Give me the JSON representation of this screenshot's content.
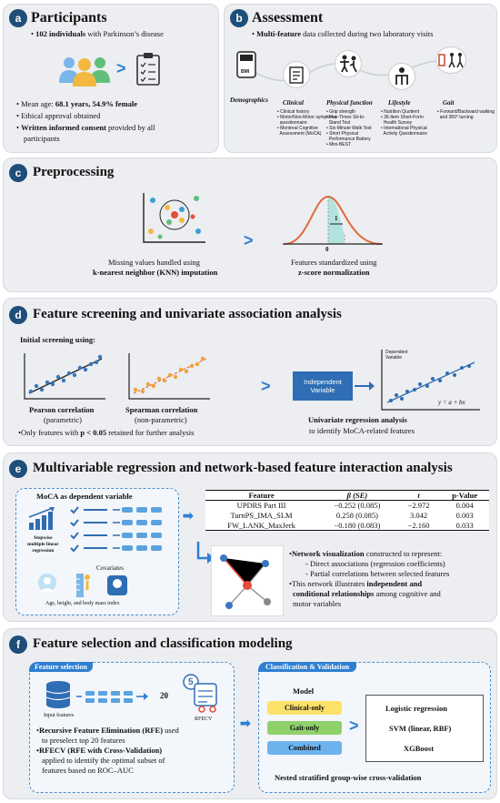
{
  "panels": {
    "a": {
      "label": "a",
      "title": "Participants",
      "head": "102 individuals",
      "head_rest": " with Parkinson’s disease",
      "b1_pre": "Mean age: ",
      "b1_bold": "68.1 years, 54.9% female",
      "b2": "Ethical approval obtained",
      "b3_bold": "Written informed consent",
      "b3_rest": " provided by all",
      "b3_rest2": "participants"
    },
    "b": {
      "label": "b",
      "title": "Assessment",
      "head_bold": "Multi-feature",
      "head_rest": " data collected during  two laboratory visits",
      "cats": [
        {
          "name": "Demographics",
          "items": []
        },
        {
          "name": "Clinical",
          "items": [
            "Clinical history",
            "Motor/Non-Motor symptoms",
            "questionnaire",
            "Montreal Cognitive",
            "Assessment (MoCA)"
          ]
        },
        {
          "name": "Physical function",
          "items": [
            "Grip strength",
            "Five-Times Sit-to-",
            "Stand Test",
            "Six-Minute Walk Test",
            "Short Physical",
            "Performance Battery",
            "Mini-BEST"
          ]
        },
        {
          "name": "Lifestyle",
          "items": [
            "Nutrition Quotient",
            "36-Item Short-Form",
            "Health Survey",
            "International Physical",
            "Activity Questionnaire"
          ]
        },
        {
          "name": "Gait",
          "items": [
            "Forward/Backward walking",
            "and 360° turning"
          ]
        }
      ],
      "bmi": "BMI"
    },
    "c": {
      "label": "c",
      "title": "Preprocessing",
      "l1": "Missing values handled using",
      "l2": "k-nearest neighbor (KNN) imputation",
      "r1": "Features standardized using",
      "r2": "z-score normalization",
      "one": "1",
      "zero": "0"
    },
    "d": {
      "label": "d",
      "title": "Feature screening and univariate association analysis",
      "init": "Initial screening using:",
      "p1": "Pearson correlation",
      "p2": "(parametric)",
      "s1": "Spearman correlation",
      "s2": "(non-parametric)",
      "note": "•Only features with ",
      "note_b": "p < 0.05",
      "note_r": " retained for further analysis",
      "iv1": "Independent",
      "iv2": "Variable",
      "dv1": "Dependent",
      "dv2": "Variable",
      "eq": "y = a + bx",
      "u1": "Univariate regression analysis",
      "u2": "to identify  MoCA-related features"
    },
    "e": {
      "label": "e",
      "title": "Multivariable regression and network-based feature interaction analysis",
      "box_title": "MoCA as dependent variable",
      "sw1": "Stepwise",
      "sw2": "multiple linear",
      "sw3": "regression",
      "cov": "Covariates",
      "cov_note": "Age, height, and body mass index",
      "table": {
        "headers": [
          "Feature",
          "β (SE)",
          "t",
          "p-Value"
        ],
        "rows": [
          [
            "UPDRS Part III",
            "−0.252 (0.085)",
            "−2.972",
            "0.004"
          ],
          [
            "TurnPS_IMA_SLM",
            "0.258 (0.085)",
            "3.042",
            "0.003"
          ],
          [
            "FW_LANK_MaxJerk",
            "−0.180 (0.083)",
            "−2.160",
            "0.033"
          ]
        ]
      },
      "n1_b": "Network visualization",
      "n1_r": " constructed to represent:",
      "n2": "- Direct associations (regression coefficients)",
      "n3": "- Partial correlations between selected features",
      "n4_pre": "This network illustrates  ",
      "n4_b": "independent and",
      "n5_b": "conditional relationships",
      "n5_r": " among cognitive  and",
      "n6": "motor variables"
    },
    "f": {
      "label": "f",
      "title": "Feature selection and classification modeling",
      "fs": "Feature selection",
      "inp": "Input features",
      "twenty": "20",
      "five": "5",
      "rfecv": "RFECV",
      "r1_b": "Recursive Feature Elimination (RFE)",
      "r1_r": " used",
      "r2": "to preselect top 20 features",
      "r3_b": "RFECV (RFE with Cross-Validation)",
      "r4": "applied to identify the optimal  subset of",
      "r5": "features based on ROC–AUC",
      "cv": "Classification & Validation",
      "model": "Model",
      "models": [
        "Clinical-only",
        "Gait-only",
        "Combined"
      ],
      "clf": [
        "Logistic regression",
        "SVM (linear, RBF)",
        "XGBoost"
      ],
      "nested": "Nested stratified group-wise cross-validation"
    }
  },
  "colors": {
    "navy": "#1f4e79",
    "accent": "#2f7fd1",
    "clinical": "#fde26a",
    "gait": "#8fd16b",
    "combined": "#6cb3ee"
  }
}
